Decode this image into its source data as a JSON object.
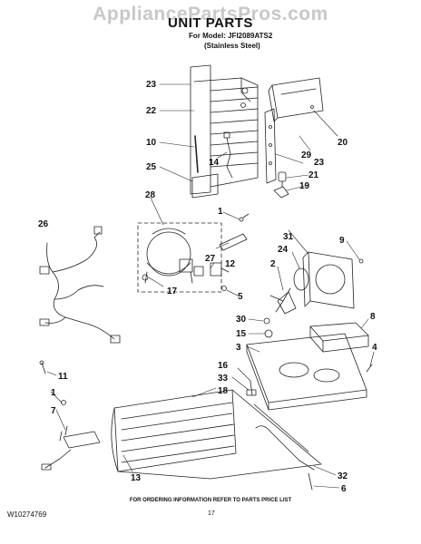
{
  "watermark": "AppliancePartsPros.com",
  "title": "UNIT PARTS",
  "model_line": "For Model: JFI2089ATS2",
  "finish_line": "(Stainless Steel)",
  "footer": {
    "order_note": "FOR ORDERING INFORMATION REFER TO PARTS PRICE LIST",
    "doc_number": "W10274769",
    "page_number": "17"
  },
  "callouts": [
    {
      "id": "c23a",
      "label": "23"
    },
    {
      "id": "c22",
      "label": "22"
    },
    {
      "id": "c10",
      "label": "10"
    },
    {
      "id": "c25",
      "label": "25"
    },
    {
      "id": "c14",
      "label": "14"
    },
    {
      "id": "c20",
      "label": "20"
    },
    {
      "id": "c29",
      "label": "29"
    },
    {
      "id": "c23b",
      "label": "23"
    },
    {
      "id": "c21",
      "label": "21"
    },
    {
      "id": "c19",
      "label": "19"
    },
    {
      "id": "c28",
      "label": "28"
    },
    {
      "id": "c1a",
      "label": "1"
    },
    {
      "id": "c26",
      "label": "26"
    },
    {
      "id": "c27",
      "label": "27"
    },
    {
      "id": "c12",
      "label": "12"
    },
    {
      "id": "c17",
      "label": "17"
    },
    {
      "id": "c5",
      "label": "5"
    },
    {
      "id": "c31",
      "label": "31"
    },
    {
      "id": "c9",
      "label": "9"
    },
    {
      "id": "c24",
      "label": "24"
    },
    {
      "id": "c2",
      "label": "2"
    },
    {
      "id": "c8",
      "label": "8"
    },
    {
      "id": "c30",
      "label": "30"
    },
    {
      "id": "c15",
      "label": "15"
    },
    {
      "id": "c3",
      "label": "3"
    },
    {
      "id": "c4",
      "label": "4"
    },
    {
      "id": "c11",
      "label": "11"
    },
    {
      "id": "c16",
      "label": "16"
    },
    {
      "id": "c33",
      "label": "33"
    },
    {
      "id": "c18",
      "label": "18"
    },
    {
      "id": "c1b",
      "label": "1"
    },
    {
      "id": "c7",
      "label": "7"
    },
    {
      "id": "c13",
      "label": "13"
    },
    {
      "id": "c32",
      "label": "32"
    },
    {
      "id": "c6",
      "label": "6"
    }
  ]
}
